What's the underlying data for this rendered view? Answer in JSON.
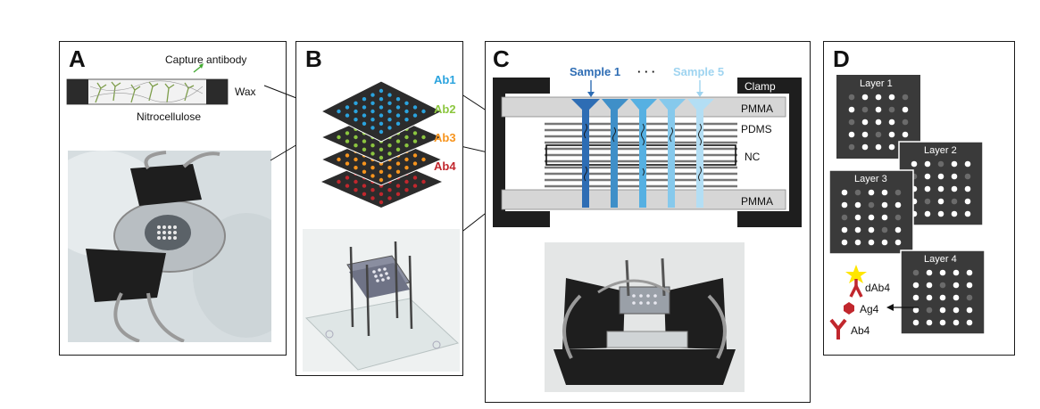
{
  "panel_a": {
    "label": "A",
    "capture_antibody": "Capture antibody",
    "wax": "Wax",
    "nitrocellulose": "Nitrocellulose"
  },
  "panel_b": {
    "label": "B",
    "layers": [
      "Ab1",
      "Ab2",
      "Ab3",
      "Ab4"
    ]
  },
  "panel_c": {
    "label": "C",
    "sample_first": "Sample 1",
    "ellipsis": "· · ·",
    "sample_last": "Sample 5",
    "clamp": "Clamp",
    "pmma_top": "PMMA",
    "pdms": "PDMS",
    "nc": "NC",
    "pmma_bottom": "PMMA"
  },
  "panel_d": {
    "label": "D",
    "layers": [
      "Layer 1",
      "Layer 2",
      "Layer 3",
      "Layer 4"
    ],
    "dab": "dAb4",
    "ag": "Ag4",
    "ab": "Ab4"
  },
  "colors": {
    "ab1": "#2aa3de",
    "ab2": "#8cc63f",
    "ab3": "#f7941d",
    "ab4": "#c1272d",
    "sample_dark": "#2e6db4",
    "sample_light": "#9fd4f0",
    "pad_dark": "#3a3a3a"
  }
}
